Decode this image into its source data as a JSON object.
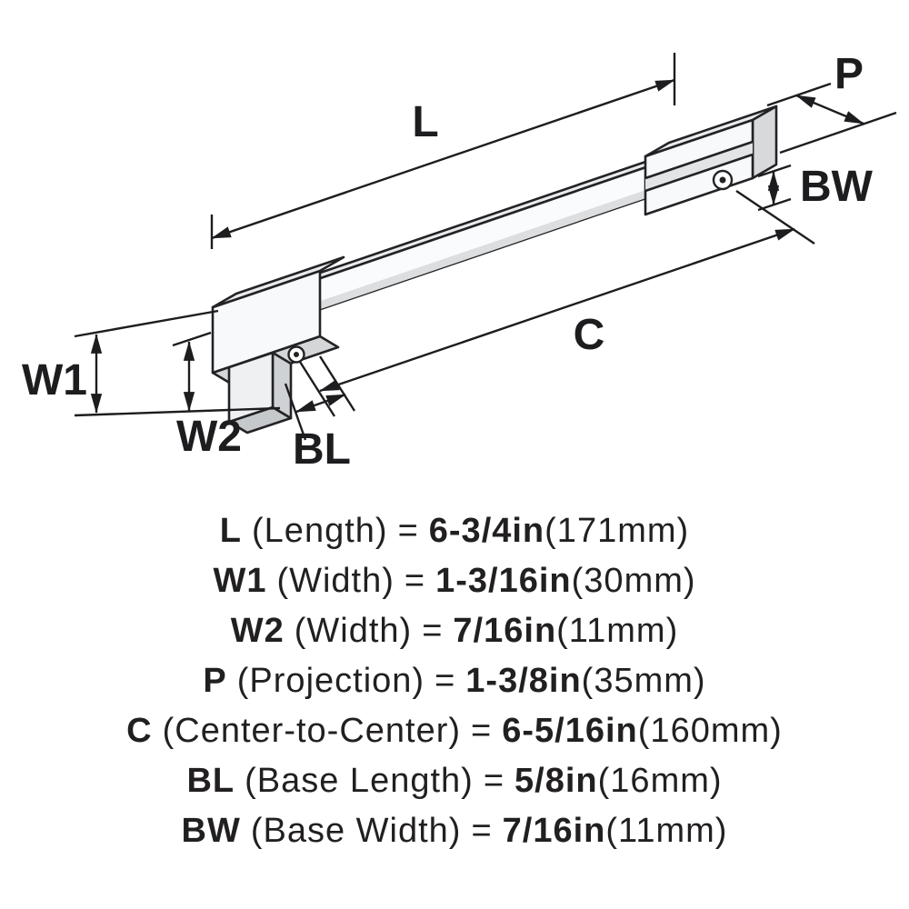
{
  "diagram": {
    "labels": {
      "length": "L",
      "projection": "P",
      "base_width": "BW",
      "center_to_center": "C",
      "width1": "W1",
      "width2": "W2",
      "base_length": "BL"
    }
  },
  "specs": [
    {
      "abbr": "L",
      "name": "(Length)",
      "equals": "=",
      "value": "6-3/4in",
      "metric": "(171mm)"
    },
    {
      "abbr": "W1",
      "name": "(Width)",
      "equals": "=",
      "value": "1-3/16in",
      "metric": "(30mm)"
    },
    {
      "abbr": "W2",
      "name": "(Width)",
      "equals": "=",
      "value": "7/16in",
      "metric": "(11mm)"
    },
    {
      "abbr": "P",
      "name": "(Projection)",
      "equals": "=",
      "value": "1-3/8in",
      "metric": "(35mm)"
    },
    {
      "abbr": "C",
      "name": "(Center-to-Center)",
      "equals": "=",
      "value": "6-5/16in",
      "metric": "(160mm)"
    },
    {
      "abbr": "BL",
      "name": "(Base Length)",
      "equals": "=",
      "value": "5/8in",
      "metric": "(16mm)"
    },
    {
      "abbr": "BW",
      "name": "(Base Width)",
      "equals": "=",
      "value": "7/16in",
      "metric": "(11mm)"
    }
  ]
}
